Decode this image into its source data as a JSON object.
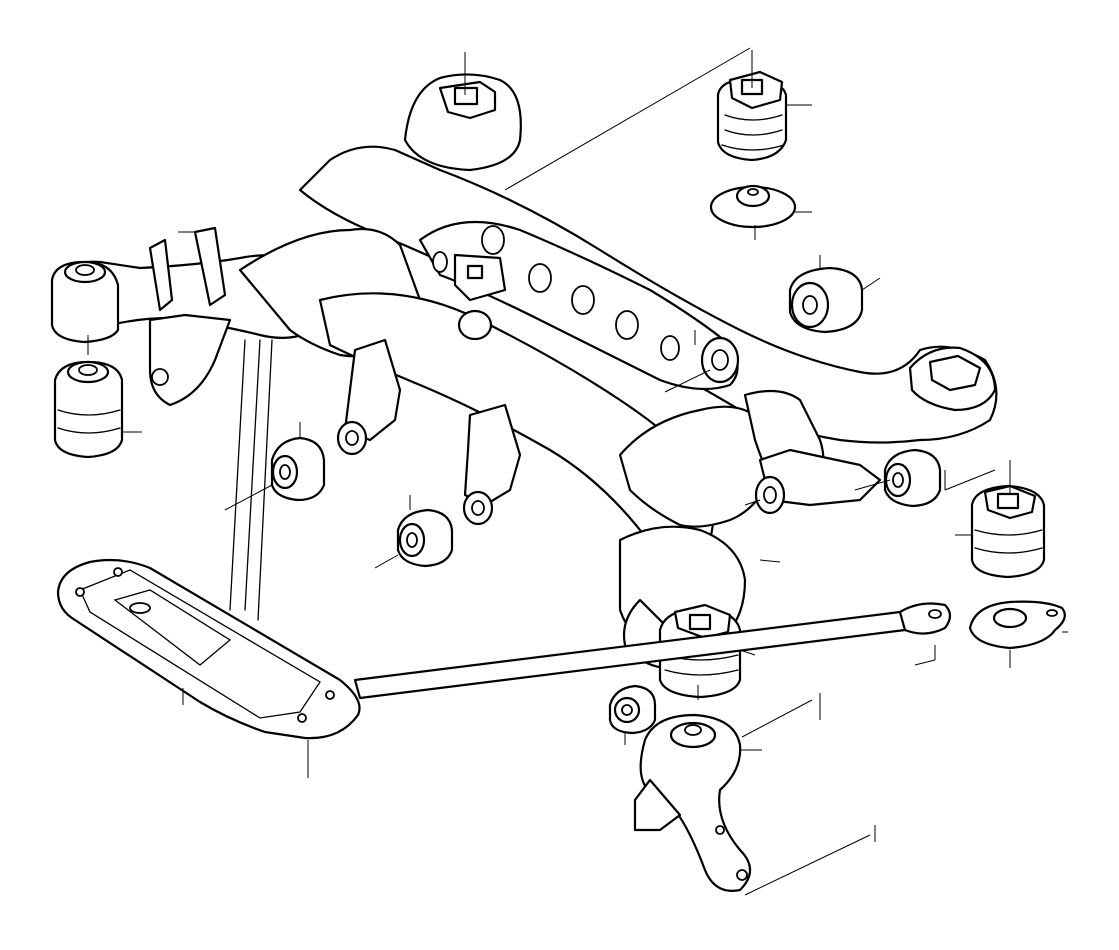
{
  "diagram": {
    "line_color": "#000000",
    "background": "#ffffff",
    "parts": [
      {
        "name": "subframe"
      },
      {
        "name": "rubber-mount-left-front"
      },
      {
        "name": "rubber-mount-left-rear"
      },
      {
        "name": "rubber-mount-right-rear-top"
      },
      {
        "name": "rubber-mount-right-mid"
      },
      {
        "name": "rubber-mount-center"
      },
      {
        "name": "stop-plate-top"
      },
      {
        "name": "stop-plate-right"
      },
      {
        "name": "stop-plate-bottom"
      },
      {
        "name": "bushing-left"
      },
      {
        "name": "bushing-center"
      },
      {
        "name": "bushing-right-top"
      },
      {
        "name": "bushing-right-lower"
      },
      {
        "name": "bushing-bottom"
      },
      {
        "name": "reinforcement-plate"
      },
      {
        "name": "tension-strut"
      },
      {
        "name": "wheel-carrier-arm"
      }
    ]
  }
}
